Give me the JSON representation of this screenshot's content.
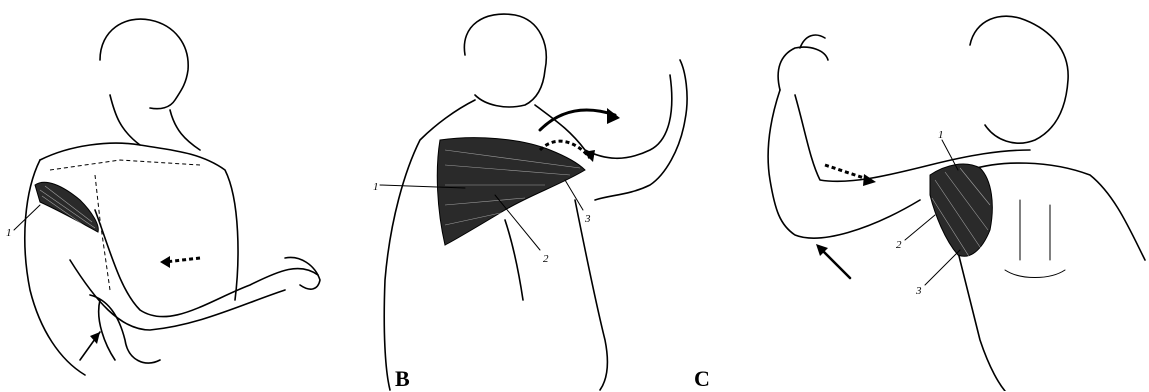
{
  "panels": [
    {
      "id": "A",
      "label": "",
      "callouts": [
        "1"
      ]
    },
    {
      "id": "B",
      "label": "B",
      "callouts": [
        "1",
        "2",
        "3"
      ]
    },
    {
      "id": "C",
      "label": "C",
      "callouts": [
        "1",
        "2",
        "3"
      ]
    }
  ],
  "colors": {
    "ink": "#000000",
    "paper": "#ffffff",
    "muscle": "#2a2a2a"
  }
}
